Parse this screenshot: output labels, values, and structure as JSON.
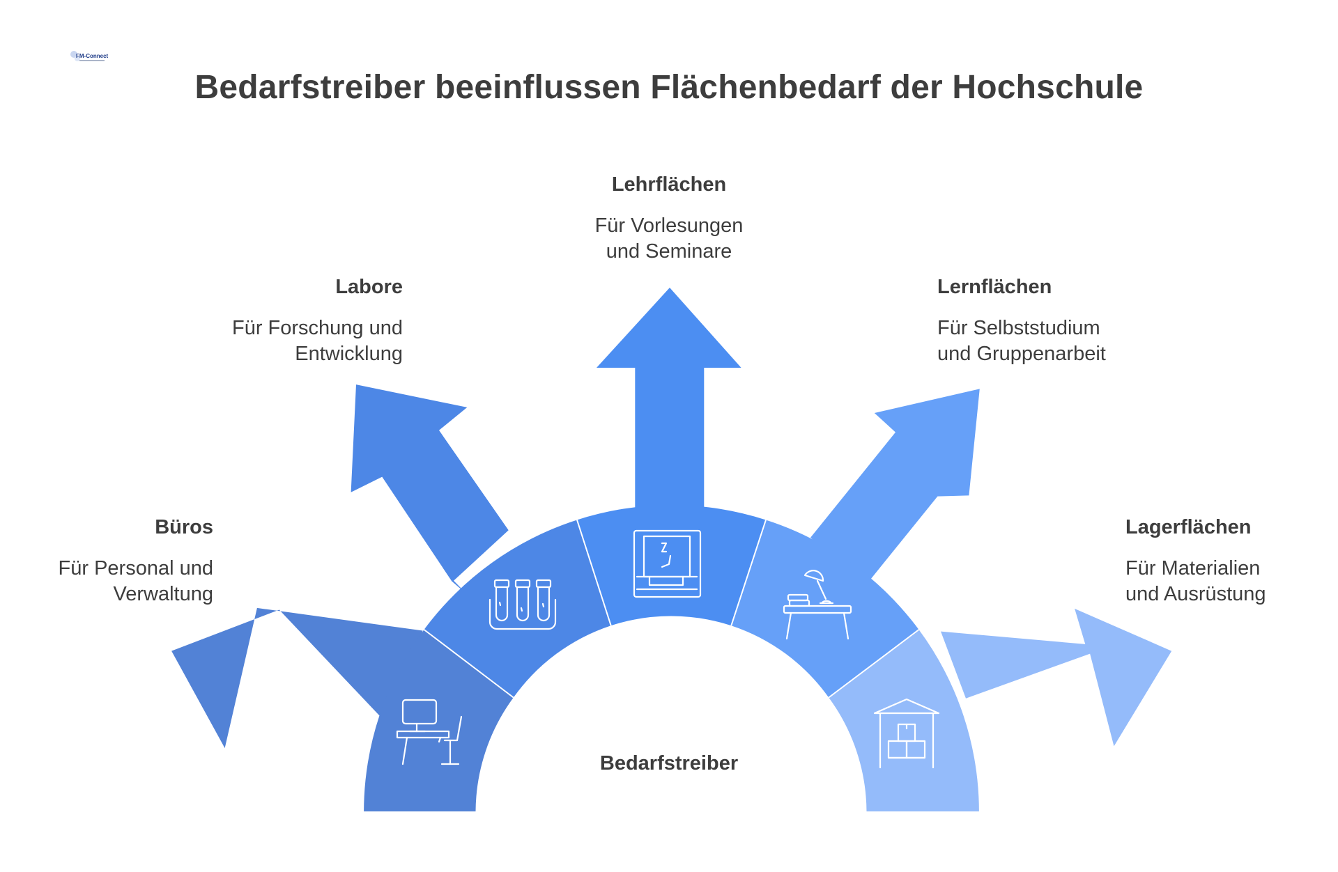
{
  "title": "Bedarfstreiber beeinflussen Flächenbedarf der Hochschule",
  "logo": {
    "text": "FM-Connect.com"
  },
  "center_label": "Bedarfstreiber",
  "colors": {
    "buros": "#5282d6",
    "labore": "#4d87e6",
    "lehrflaechen": "#4c8ef2",
    "lernflaechen": "#66a0f8",
    "lagerflaechen": "#94bbfa",
    "text": "#3d3d3d"
  },
  "segments": [
    {
      "id": "buros",
      "heading": "Büros",
      "description": "Für Personal und\nVerwaltung",
      "icon": "desk-computer-chair-icon"
    },
    {
      "id": "labore",
      "heading": "Labore",
      "description": "Für Forschung und\nEntwicklung",
      "icon": "test-tubes-icon"
    },
    {
      "id": "lehrflaechen",
      "heading": "Lehrflächen",
      "description": "Für Vorlesungen\nund Seminare",
      "icon": "whiteboard-icon"
    },
    {
      "id": "lernflaechen",
      "heading": "Lernflächen",
      "description": "Für Selbststudium\nund Gruppenarbeit",
      "icon": "study-desk-lamp-icon"
    },
    {
      "id": "lagerflaechen",
      "heading": "Lagerflächen",
      "description": "Für Materialien\nund Ausrüstung",
      "icon": "warehouse-boxes-icon"
    }
  ]
}
